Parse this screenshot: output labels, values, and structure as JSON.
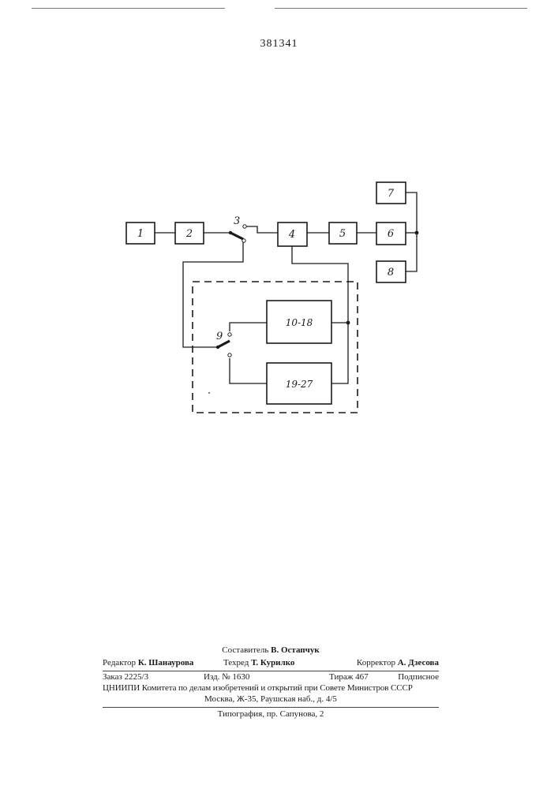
{
  "document_number": "381341",
  "blocks": {
    "b1": "1",
    "b2": "2",
    "b4": "4",
    "b5": "5",
    "b6": "6",
    "b7": "7",
    "b8": "8",
    "b10": "10-18",
    "b19": "19-27"
  },
  "switches": {
    "sw3": "3",
    "sw9": "9"
  },
  "footer": {
    "composer_label": "Составитель",
    "composer_name": "В. Остапчук",
    "editor_label": "Редактор",
    "editor_name": "К. Шанаурова",
    "techred_label": "Техред",
    "techred_name": "Т. Курилко",
    "corrector_label": "Корректор",
    "corrector_name": "А. Дзесова",
    "order": "Заказ 2225/3",
    "edition": "Изд. № 1630",
    "circulation": "Тираж 467",
    "subscription": "Подписное",
    "org_line": "ЦНИИПИ Комитета по делам изобретений и открытий при Совете Министров СССР",
    "address": "Москва, Ж-35, Раушская наб., д. 4/5",
    "printer": "Типография, пр. Сапунова, 2"
  }
}
